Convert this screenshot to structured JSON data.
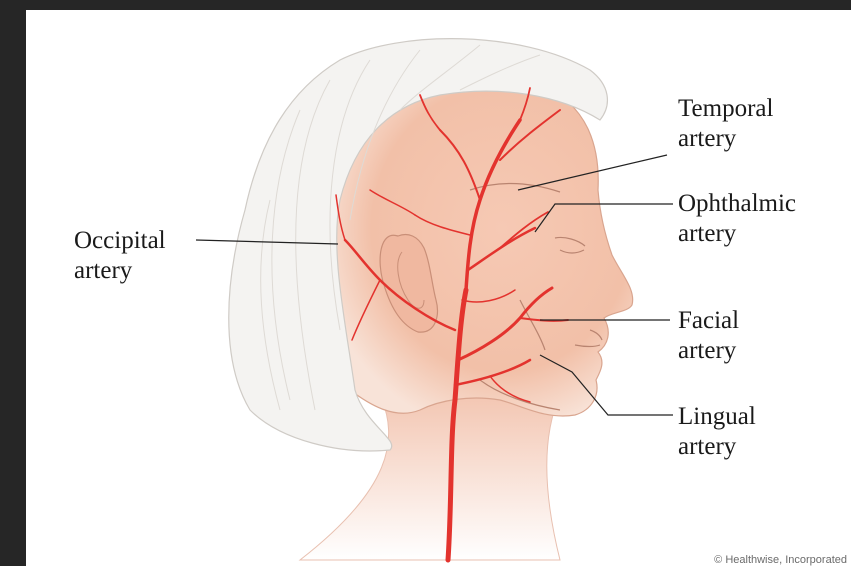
{
  "labels": {
    "temporal": {
      "line1": "Temporal",
      "line2": "artery"
    },
    "ophthalmic": {
      "line1": "Ophthalmic",
      "line2": "artery"
    },
    "occipital": {
      "line1": "Occipital",
      "line2": "artery"
    },
    "facial": {
      "line1": "Facial",
      "line2": "artery"
    },
    "lingual": {
      "line1": "Lingual",
      "line2": "artery"
    }
  },
  "credit": "© Healthwise, Incorporated",
  "colors": {
    "background": "#ffffff",
    "frame": "#262626",
    "skin": "#f3c3ac",
    "hair": "#f4f3f1",
    "artery": "#e3332e",
    "leader": "#222222"
  }
}
